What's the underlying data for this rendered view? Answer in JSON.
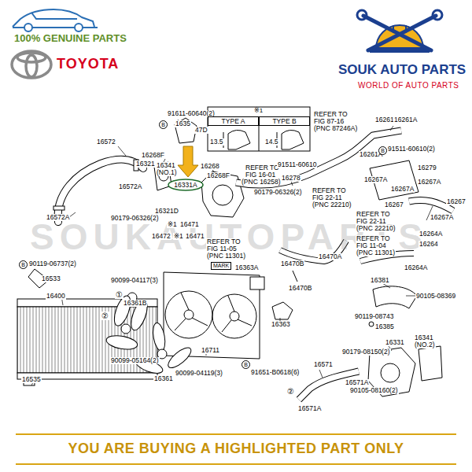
{
  "diagram": {
    "nodes": [
      {
        "text": [
          "TYPE A"
        ]
      },
      {
        "text": [
          "TYPE B"
        ]
      },
      {
        "text": [
          "16331A"
        ]
      }
    ],
    "labels": [
      "100% GENUINE PARTS",
      "TOYOTA",
      "SOUK AUTO PARTS",
      "WORLD OF AUTO PARTS",
      "SOUKAUTOPARTS",
      "YOU ARE BUYING A HIGHLIGHTED PART ONLY",
      "91611-60640(2)",
      "B",
      "1635",
      "47D",
      "※1",
      "13.5",
      "14.5",
      "16572",
      "16268F",
      "16321",
      "16341",
      "(NO.1)",
      "16268",
      "16268F",
      "16572A",
      "16321D",
      "90179-06326(2)",
      "16572A",
      "REFER TO",
      "FIG 16-01",
      "(PNC 16258)",
      "16278",
      "91511-60610",
      "REFER TO",
      "FIG 87-16",
      "(PNC 87246A)",
      "16261",
      "16261A",
      "16261A",
      "B",
      "91511-60610(2)",
      "16279",
      "16267A",
      "16267A",
      "16267A",
      "16267",
      "16267",
      "16267A",
      "90179-06326(2)",
      "REFER TO",
      "FIG 22-11",
      "(PNC 22210)",
      "REFER TO",
      "FIG 22-11",
      "(PNC 22210)",
      "REFER TO",
      "FIG 11-04",
      "(PNC 11301)",
      "16264A",
      "16264",
      "16264A",
      "※1",
      "16471",
      "16472",
      "※1",
      "16471",
      "REFER TO",
      "FIG 11-05",
      "(PNC 11301)",
      "MARK",
      "16470A",
      "16470B",
      "16470B",
      "B",
      "90119-06737(2)",
      "16533",
      "90099-04117(3)",
      "16363A",
      "16400",
      "①",
      "16361B",
      "②",
      "16381",
      "90105-08369",
      "16363",
      "90119-08743",
      "16385",
      "16341",
      "(NO.2)",
      "16331",
      "90179-08150(2)",
      "90099-05164(2)",
      "16711",
      "90099-04119(3)",
      "B",
      "91651-B0618(6)",
      "16361",
      "16535",
      "16571",
      "16571A",
      "90105-08160(2)",
      "②",
      "16571A"
    ]
  }
}
